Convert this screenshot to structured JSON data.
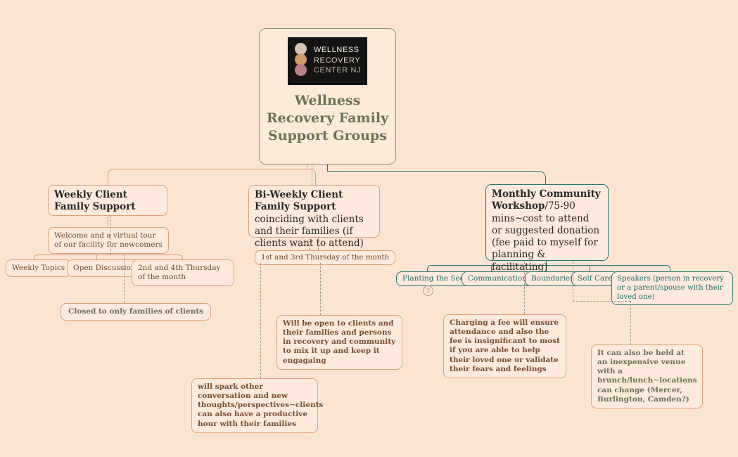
{
  "root": {
    "logo": {
      "line1": "WELLNESS",
      "line2": "RECOVERY",
      "line3": "CENTER NJ"
    },
    "title": "Wellness Recovery Family Support Groups"
  },
  "weekly": {
    "title": "Weekly Client Family Support",
    "welcome": "Welcome and a virtual tour of our facility for newcomers",
    "topics": "Weekly Topics",
    "open_discussion": "Open Discussion",
    "schedule": "2nd and 4th Thursday of the month",
    "closed": "Closed to only families of clients"
  },
  "biweekly": {
    "title_bold": "Bi-Weekly Client Family Support",
    "title_rest": " coinciding with clients and their families (if clients want to attend)",
    "schedule": "1st and 3rd Thursday of the month",
    "open_note": "Will be open to clients and their families and persons in recovery and community to mix it up and keep it engagaing",
    "spark_note": "will spark other conversation and new thoughts/perspectives~clients can also have a productive hour with their families"
  },
  "monthly": {
    "title_bold": "Monthly Community Workshop",
    "title_rest": "/75-90 mins~cost to attend or suggested donation (fee paid to myself for planning & facilitating)",
    "topics": [
      "Planting the Seed",
      "Communication",
      "Boundaries",
      "Self Care",
      "Speakers (person in recovery or a parent/spouse with their loved one)"
    ],
    "collapsed_count": "3",
    "fee_note": "Charging a fee will ensure attendance and also the fee is insignificant to most if you are able to help their loved one or validate their fears and feelings",
    "venue_note": "It can also be held at an inexpensive venue with a brunch/lunch~locations can change (Mercer, Burlington, Camden?)"
  },
  "colors": {
    "background": "#fce4d3",
    "node_fill": "#fdeadc",
    "salmon_border": "#dfa077",
    "teal": "#2a766c",
    "olive_text": "#6c7355",
    "brown_text": "#6f4a2f",
    "dark_text": "#2b2622",
    "dash": "#a8937f",
    "logo_dot_top": "#d6c6af",
    "logo_dot_mid": "#cd9b68",
    "logo_dot_bottom": "#bd8086"
  }
}
